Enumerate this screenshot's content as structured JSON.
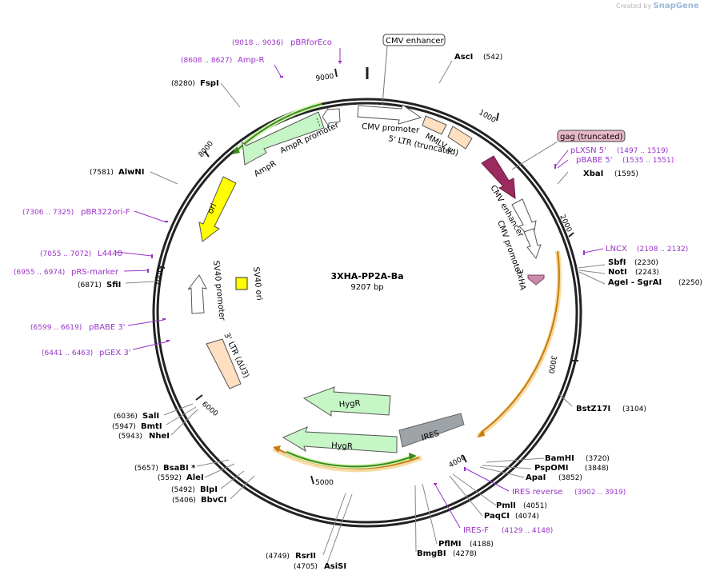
{
  "credit": {
    "prefix": "Created by",
    "brand": "SnapGene"
  },
  "map": {
    "title": "3XHA-PP2A-Ba",
    "subtitle": "9207 bp"
  },
  "ticks": [
    "1000",
    "2000",
    "3000",
    "4000",
    "5000",
    "6000",
    "7000",
    "8000",
    "9000"
  ],
  "enzymes": [
    {
      "id": "ascI",
      "name": "AscI",
      "pos": "(542)"
    },
    {
      "id": "xbaI",
      "name": "XbaI",
      "pos": "(1595)"
    },
    {
      "id": "sbfI",
      "name": "SbfI",
      "pos": "(2230)"
    },
    {
      "id": "notI",
      "name": "NotI",
      "pos": "(2243)"
    },
    {
      "id": "ageI",
      "name": "AgeI - SgrAI",
      "pos": "(2250)"
    },
    {
      "id": "bstz17i",
      "name": "BstZ17I",
      "pos": "(3104)"
    },
    {
      "id": "bamhi",
      "name": "BamHI",
      "pos": "(3720)"
    },
    {
      "id": "pspomi",
      "name": "PspOMI",
      "pos": "(3848)"
    },
    {
      "id": "apai",
      "name": "ApaI",
      "pos": "(3852)"
    },
    {
      "id": "pmli",
      "name": "PmlI",
      "pos": "(4051)"
    },
    {
      "id": "paqci",
      "name": "PaqCI",
      "pos": "(4074)"
    },
    {
      "id": "pflmi",
      "name": "PflMI",
      "pos": "(4188)"
    },
    {
      "id": "bmgbi",
      "name": "BmgBI",
      "pos": "(4278)"
    },
    {
      "id": "rsrii",
      "name": "RsrII",
      "pos": "(4749)"
    },
    {
      "id": "asisi",
      "name": "AsiSI",
      "pos": "(4705)"
    },
    {
      "id": "bbvci",
      "name": "BbvCI",
      "pos": "(5406)"
    },
    {
      "id": "blpi",
      "name": "BlpI",
      "pos": "(5492)"
    },
    {
      "id": "alei",
      "name": "AleI",
      "pos": "(5592)"
    },
    {
      "id": "bsabi",
      "name": "BsaBI *",
      "pos": "(5657)"
    },
    {
      "id": "nhei",
      "name": "NheI",
      "pos": "(5943)"
    },
    {
      "id": "bmti",
      "name": "BmtI",
      "pos": "(5947)"
    },
    {
      "id": "sali",
      "name": "SalI",
      "pos": "(6036)"
    },
    {
      "id": "sfii",
      "name": "SfiI",
      "pos": "(6871)"
    },
    {
      "id": "alwni",
      "name": "AlwNI",
      "pos": "(7581)"
    },
    {
      "id": "fspi",
      "name": "FspI",
      "pos": "(8280)"
    }
  ],
  "primers": [
    {
      "id": "pbrforeco",
      "name": "pBRforEco",
      "pos": "(9018 .. 9036)"
    },
    {
      "id": "ampr",
      "name": "Amp-R",
      "pos": "(8608 .. 8627)"
    },
    {
      "id": "plxsn5",
      "name": "pLXSN 5'",
      "pos": "(1497 .. 1519)"
    },
    {
      "id": "pbabe5",
      "name": "pBABE 5'",
      "pos": "(1535 .. 1551)"
    },
    {
      "id": "lncx",
      "name": "LNCX",
      "pos": "(2108 .. 2132)"
    },
    {
      "id": "iresrev",
      "name": "IRES reverse",
      "pos": "(3902 .. 3919)"
    },
    {
      "id": "iresf",
      "name": "IRES-F",
      "pos": "(4129 .. 4148)"
    },
    {
      "id": "pgex3",
      "name": "pGEX 3'",
      "pos": "(6441 .. 6463)"
    },
    {
      "id": "pbabe3",
      "name": "pBABE 3'",
      "pos": "(6599 .. 6619)"
    },
    {
      "id": "prsmarker",
      "name": "pRS-marker",
      "pos": "(6955 .. 6974)"
    },
    {
      "id": "l4440",
      "name": "L4440",
      "pos": "(7055 .. 7072)"
    },
    {
      "id": "pbr322ori",
      "name": "pBR322ori-F",
      "pos": "(7306 .. 7325)"
    }
  ],
  "features": {
    "cmv_enhancer_box": "CMV enhancer",
    "gag_box": "gag (truncated)",
    "cmv_promoter_1": "CMV promoter",
    "ltr5": "5' LTR (truncated)",
    "mmlv": "MMLV ψ",
    "cmv_enhancer_2": "CMV enhancer",
    "cmv_promoter_2": "CMV promoter",
    "ha3": "3xHA",
    "hygr_1": "HygR",
    "hygr_2": "HygR",
    "ires": "IRES",
    "ltr3": "3' LTR (ΔU3)",
    "sv40_promoter": "SV40 promoter",
    "sv40_ori": "SV40 ori",
    "ori": "ori",
    "ampr": "AmpR",
    "ampr_promoter": "AmpR promoter"
  },
  "colors": {
    "backbone": "#222222",
    "primer": "#9a33c9",
    "ampr": "#c6f5c6",
    "ori": "#ffff00",
    "ltr": "#ffdfc0",
    "gag": "#9b2a5e",
    "ha": "#c98aaa",
    "ires": "#9ea3a8",
    "orf_line": "#e39b1a"
  }
}
